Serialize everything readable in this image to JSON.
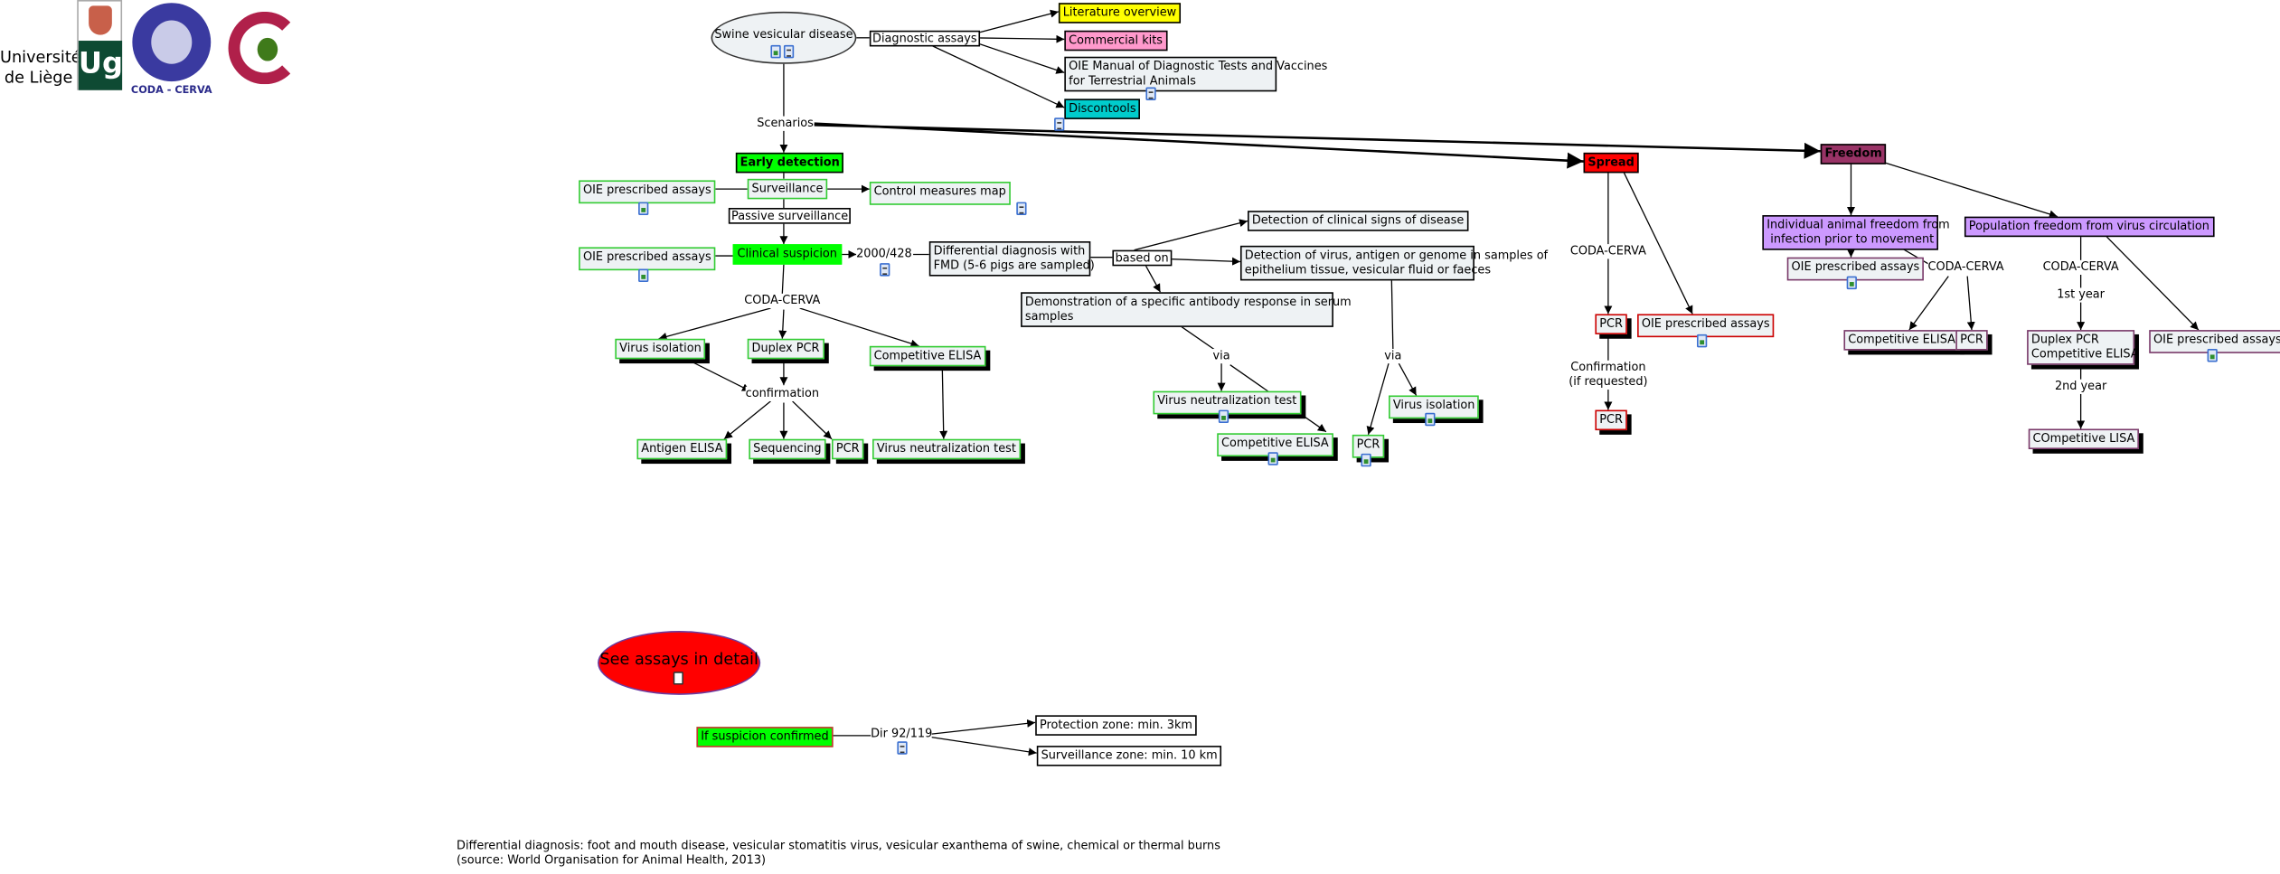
{
  "logos": {
    "university": "Université\nde Liège",
    "university_line1": "Université",
    "university_line2": "de Liège",
    "ulg_mark": "Ug",
    "coda_caption": "CODA - CERVA"
  },
  "colors": {
    "green_fill": "#00ff00",
    "green_border": "#33cc33",
    "yellow": "#ffff00",
    "pink": "#ff99cc",
    "cyan": "#00cccc",
    "red": "#ff0000",
    "freedom": "#993366",
    "purple": "#cc99ff",
    "node_bg": "#eef2f4"
  },
  "root": {
    "label": "Swine vesicular disease",
    "icons": [
      "image-icon",
      "document-icon"
    ]
  },
  "links": {
    "diagnostic_assays": "Diagnostic assays",
    "scenarios": "Scenarios",
    "passive_surveillance": "Passive surveillance",
    "decision": "2000/428",
    "based_on": "based on",
    "coda1": "CODA-CERVA",
    "confirmation": "confirmation",
    "via1": "via",
    "via2": "via",
    "coda_spread": "CODA-CERVA",
    "confirmation_req_1": "Confirmation",
    "confirmation_req_2": "(if requested)",
    "coda_ind": "CODA-CERVA",
    "coda_pop": "CODA-CERVA",
    "first_year": "1st year",
    "second_year": "2nd year",
    "dir": "Dir 92/119"
  },
  "resources": {
    "literature": "Literature overview",
    "commercial": "Commercial kits",
    "oie_manual_1": "OIE Manual of Diagnostic Tests and Vaccines",
    "oie_manual_2": "for Terrestrial Animals",
    "discontools": "Discontools"
  },
  "early": {
    "title": "Early detection",
    "surveillance": "Surveillance",
    "oie1": "OIE prescribed assays",
    "control_map": "Control measures map",
    "clinical": "Clinical suspicion",
    "oie2": "OIE prescribed assays",
    "diff_1": "Differential diagnosis with",
    "diff_2": "FMD (5-6 pigs are sampled)",
    "det_clinical": "Detection of clinical signs of disease",
    "det_virus_1": "Detection of virus, antigen or genome in samples of",
    "det_virus_2": "epithelium tissue, vesicular fluid or faeces",
    "demo_1": "Demonstration of a specific antibody response in serum",
    "demo_2": "samples",
    "virus_isolation": "Virus isolation",
    "duplex_pcr": "Duplex PCR",
    "competitive_elisa": "Competitive ELISA",
    "antigen_elisa": "Antigen ELISA",
    "sequencing": "Sequencing",
    "pcr": "PCR",
    "vnt": "Virus neutralization test",
    "vnt2": "Virus neutralization test",
    "competitive_elisa2": "Competitive ELISA",
    "virus_isolation2": "Virus isolation",
    "pcr2": "PCR"
  },
  "spread": {
    "title": "Spread",
    "pcr": "PCR",
    "oie": "OIE prescribed assays",
    "pcr2": "PCR"
  },
  "freedom": {
    "title": "Freedom",
    "individual_1": "Individual animal freedom from",
    "individual_2": " infection prior to movement",
    "population": "Population freedom from virus circulation",
    "oie_ind": "OIE prescribed assays",
    "competitive_elisa": "Competitive ELISA",
    "pcr": "PCR",
    "duplex_1": "Duplex PCR",
    "duplex_2": "Competitive ELISA",
    "oie_pop": "OIE prescribed assays",
    "competitive_lisa": "COmpetitive LISA"
  },
  "detail": {
    "label": "See assays in detail",
    "icon": "concept-map-icon"
  },
  "confirmed": {
    "label": "If suspicion confirmed",
    "protection": "Protection zone: min. 3km",
    "surveillance": "Surveillance zone: min. 10 km"
  },
  "footer": {
    "line1": "Differential diagnosis: foot and mouth disease, vesicular stomatitis virus, vesicular exanthema of swine, chemical or thermal burns",
    "line2": "(source: World Organisation for Animal Health, 2013)"
  }
}
